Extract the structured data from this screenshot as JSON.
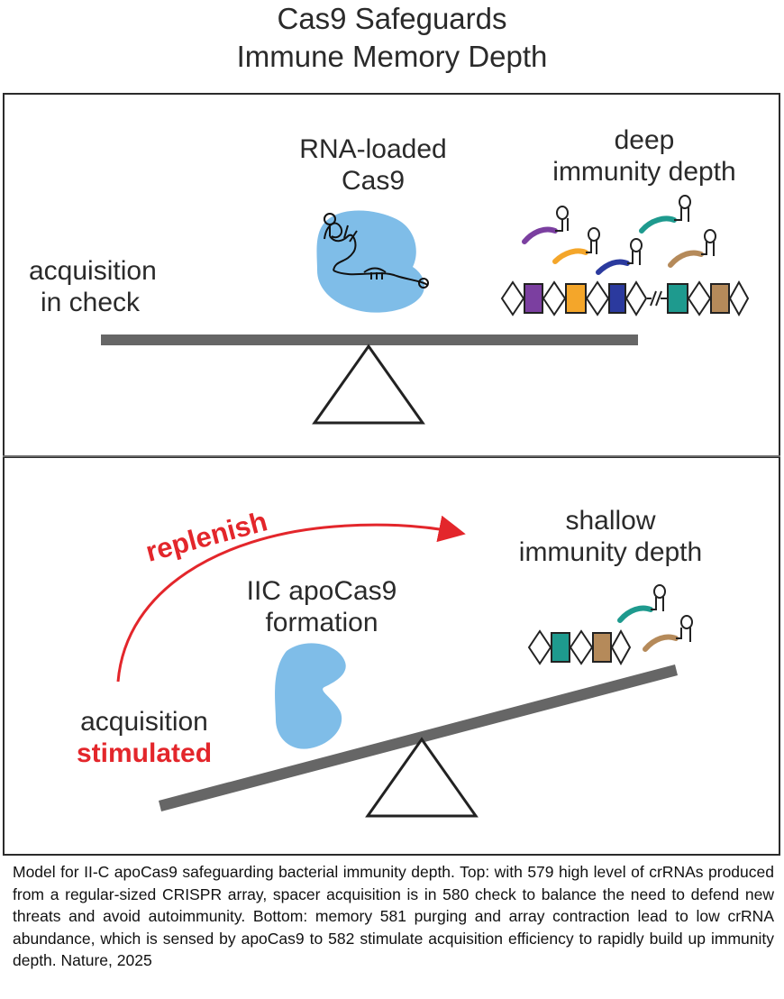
{
  "title": {
    "line1": "Cas9 Safeguards",
    "line2": "Immune Memory Depth"
  },
  "top_panel": {
    "cas9_label_line1": "RNA-loaded",
    "cas9_label_line2": "Cas9",
    "depth_label_line1": "deep",
    "depth_label_line2": "immunity depth",
    "left_label_line1": "acquisition",
    "left_label_line2": "in check"
  },
  "bottom_panel": {
    "arrow_label": "replenish",
    "depth_label_line1": "shallow",
    "depth_label_line2": "immunity depth",
    "apo_label_line1": "IIC apoCas9",
    "apo_label_line2": "formation",
    "left_label_line1": "acquisition",
    "left_label_line2": "stimulated"
  },
  "colors": {
    "beam": "#666666",
    "cas9": "#7fbde8",
    "arrow": "#e3262b",
    "spacer_purple": "#7b3fa0",
    "spacer_orange": "#f4a62a",
    "spacer_blue": "#2b3a9e",
    "spacer_teal": "#1e9a8e",
    "spacer_brown": "#b58a5a"
  },
  "caption": "Model for II-C apoCas9 safeguarding bacterial immunity depth. Top: with 579 high level of crRNAs produced from a regular-sized CRISPR array, spacer acquisition is in 580 check to balance the need to defend new threats and avoid autoimmunity. Bottom: memory 581 purging and array contraction lead to low crRNA abundance, which is sensed by apoCas9 to 582 stimulate acquisition efficiency to rapidly build up immunity depth. Nature, 2025"
}
